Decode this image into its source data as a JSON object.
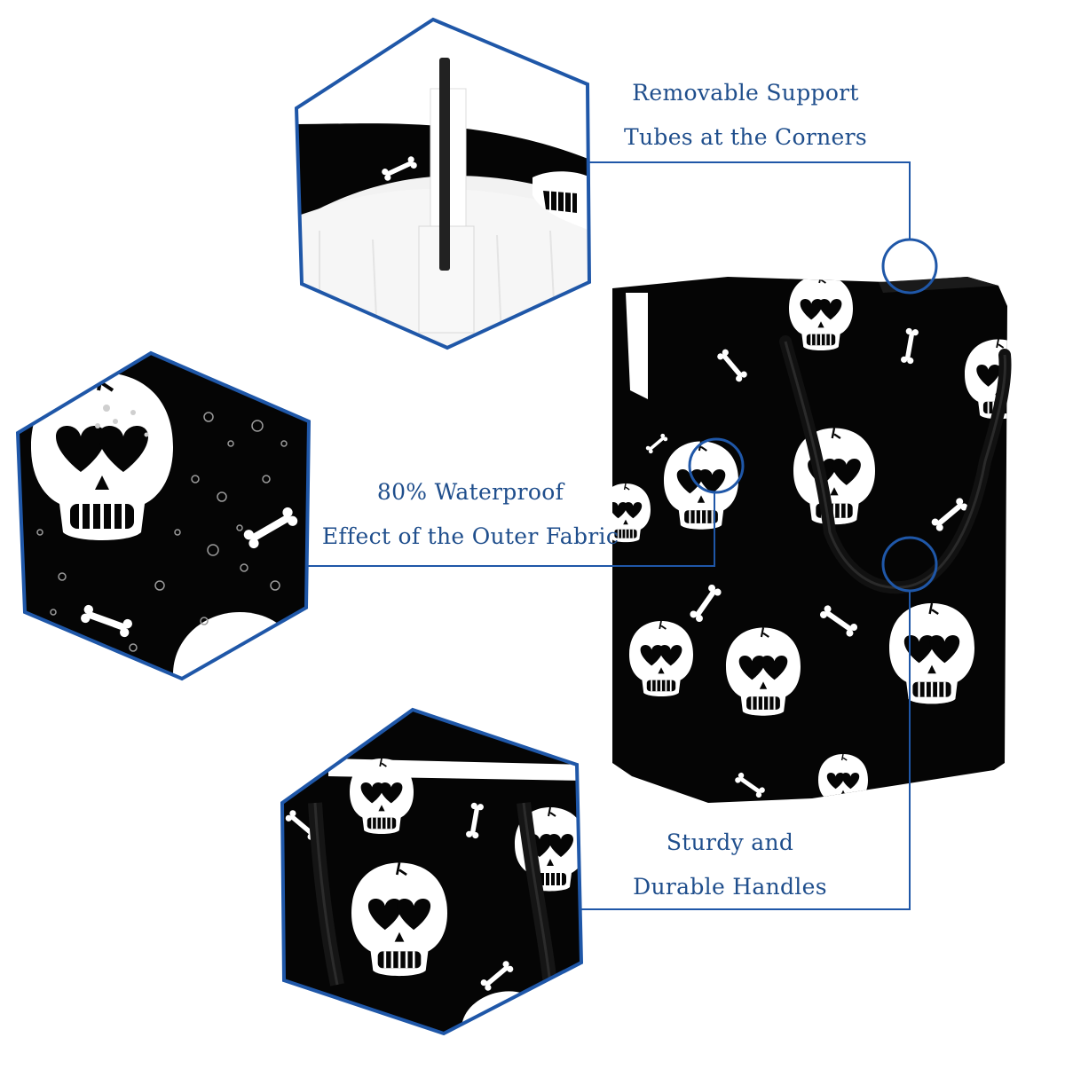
{
  "colors": {
    "accent": "#1f57a8",
    "caption_text": "#1f4e8c",
    "fabric": "#050505",
    "print": "#ffffff",
    "lining": "#f4f4f4"
  },
  "callouts": {
    "support_tubes": {
      "line1": "Removable Support",
      "line2": "Tubes at the Corners"
    },
    "waterproof": {
      "line1": "80% Waterproof",
      "line2": "Effect of the Outer Fabric"
    },
    "handles": {
      "line1": "Sturdy and",
      "line2": "Durable Handles"
    }
  }
}
